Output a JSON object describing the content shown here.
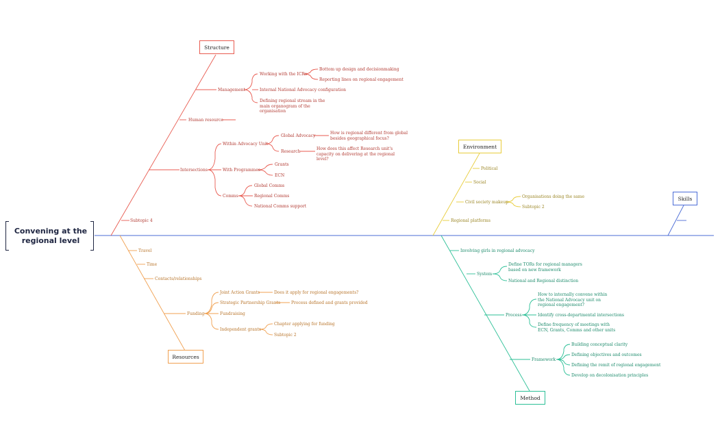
{
  "central_topic": "Convening at the regional level",
  "colors": {
    "structure": "#e85a4f",
    "resources": "#f0a050",
    "environment": "#e8cc3a",
    "method": "#2bbf96",
    "skills": "#4a6bd6",
    "spine": "#4a6bd6"
  },
  "structure": {
    "title": "Structure",
    "management": {
      "label": "Management",
      "working_icrs": "Working with the ICRs",
      "bottom_up": "Bottom up design and decisionmaking",
      "reporting_lines": "Reporting lines on regional engagement",
      "internal_config": "Internal National Advocacy configuration",
      "defining_stream": "Defining regional stream in the main organogram of the organisation"
    },
    "human_resource": "Human resource",
    "intersections": {
      "label": "Intersections",
      "within_unit": "Within Advocacy Unit",
      "global_advocacy": "Global Advocacy",
      "global_q": "How is regional different from global besides geographical focus?",
      "research": "Research",
      "research_q": "How does this affect Research unit's capacity on delivering at the regional level?",
      "with_programmes": "With Programmes",
      "grants": "Grants",
      "ecn": "ECN",
      "comms": "Comms",
      "global_comms": "Global Comms",
      "regional_comms": "Regional Comms",
      "national_comms": "National Comms support"
    },
    "subtopic4": "Subtopic 4"
  },
  "resources": {
    "title": "Resources",
    "travel": "Travel",
    "time": "Time",
    "contacts": "Contacts/relationships",
    "funding": {
      "label": "Funding",
      "jag": "Joint Action Grants",
      "jag_q": "Does it apply for regional engagements?",
      "spg": "Strategic Partnership Grants",
      "spg_note": "Process defined and grants provided",
      "fundraising": "Fundraising",
      "independent": "Independent grants",
      "chapter": "Chapter applying for funding",
      "subtopic2": "Subtopic 2"
    }
  },
  "environment": {
    "title": "Environment",
    "political": "Political",
    "social": "Social",
    "civil_society": "Civil society makeup",
    "orgs_same": "Organisations doing the same",
    "subtopic2": "Subtopic 2",
    "regional_platforms": "Regional platforms"
  },
  "skills": {
    "title": "Skills"
  },
  "method": {
    "title": "Method",
    "involving_girls": "Involving girls in regional advocacy",
    "system": {
      "label": "System",
      "tors": "Define TORs for regional managers based on new framework",
      "distinction": "National and Regional distinction"
    },
    "process": {
      "label": "Process",
      "convene": "How to internally convene within the National Advocacy unit on regional engagement?",
      "cross_dept": "Identify cross-departmental intersections",
      "frequency": "Define frequency of meetings with ECN, Grants, Comms and other units"
    },
    "framework": {
      "label": "Framework",
      "clarity": "Building conceptual clarity",
      "objectives": "Defining objectives and outcomes",
      "remit": "Defining the remit of regional engagement",
      "decolonisation": "Develop on decolonisation principles"
    }
  }
}
